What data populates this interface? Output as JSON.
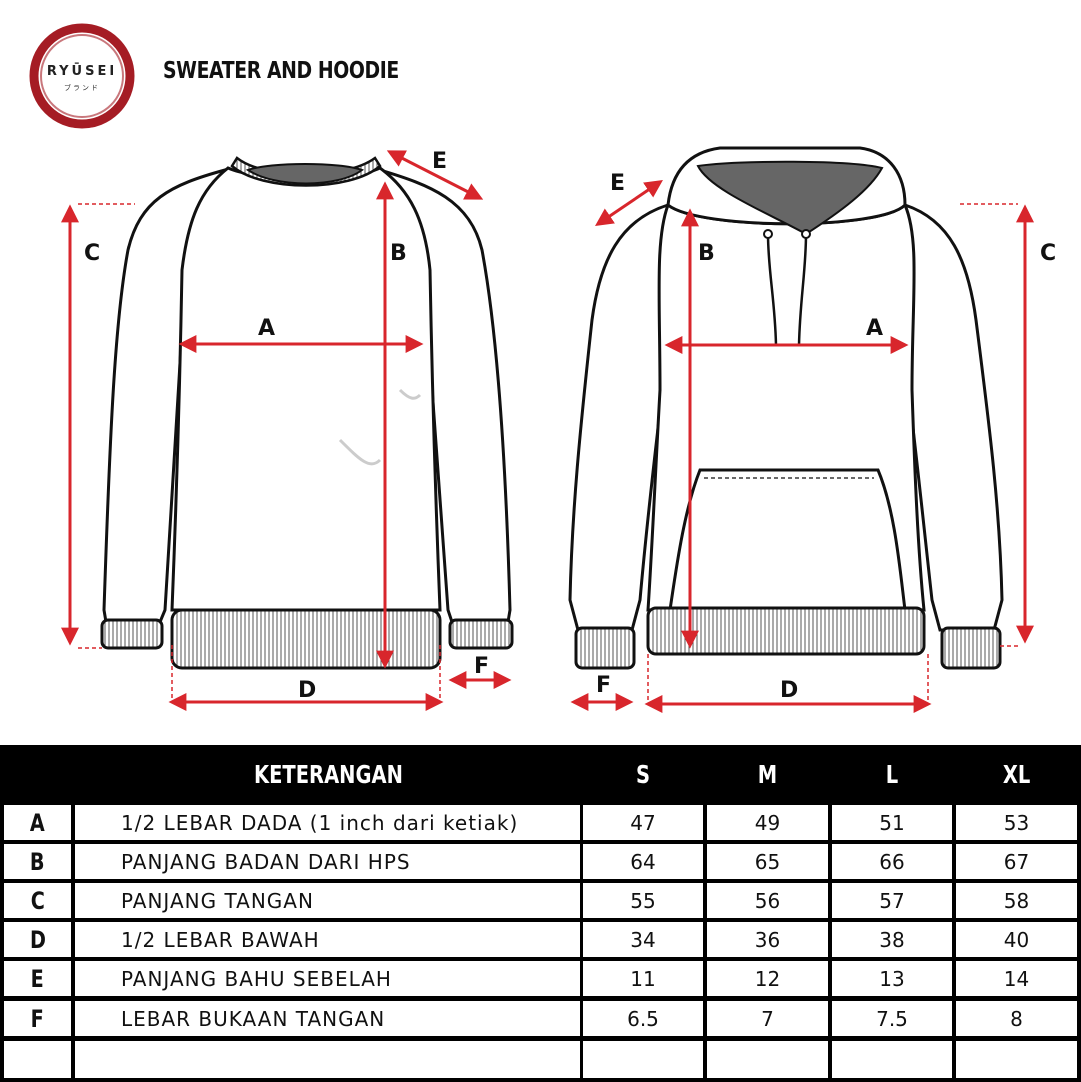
{
  "brand": {
    "name": "RYŪSEI",
    "sub": "ブランド",
    "ring_color": "#a51c24"
  },
  "page_title": "SWEATER AND HOODIE",
  "diagram": {
    "sweater_labels": {
      "A": "A",
      "B": "B",
      "C": "C",
      "D": "D",
      "E": "E",
      "F": "F"
    },
    "hoodie_labels": {
      "A": "A",
      "B": "B",
      "C": "C",
      "D": "D",
      "E": "E",
      "F": "F"
    },
    "arrow_color": "#d8262c"
  },
  "table": {
    "headers": [
      "KETERANGAN",
      "S",
      "M",
      "L",
      "XL"
    ],
    "rows": [
      {
        "code": "A",
        "label": "1/2 LEBAR DADA (1 inch dari ketiak)",
        "values": [
          "47",
          "49",
          "51",
          "53"
        ]
      },
      {
        "code": "B",
        "label": "PANJANG BADAN DARI HPS",
        "values": [
          "64",
          "65",
          "66",
          "67"
        ]
      },
      {
        "code": "C",
        "label": "PANJANG TANGAN",
        "values": [
          "55",
          "56",
          "57",
          "58"
        ]
      },
      {
        "code": "D",
        "label": "1/2 LEBAR BAWAH",
        "values": [
          "34",
          "36",
          "38",
          "40"
        ]
      },
      {
        "code": "E",
        "label": "PANJANG BAHU SEBELAH",
        "values": [
          "11",
          "12",
          "13",
          "14"
        ]
      },
      {
        "code": "F",
        "label": "LEBAR BUKAAN TANGAN",
        "values": [
          "6.5",
          "7",
          "7.5",
          "8"
        ]
      },
      {
        "code": "",
        "label": "",
        "values": [
          "",
          "",
          "",
          ""
        ]
      }
    ]
  }
}
